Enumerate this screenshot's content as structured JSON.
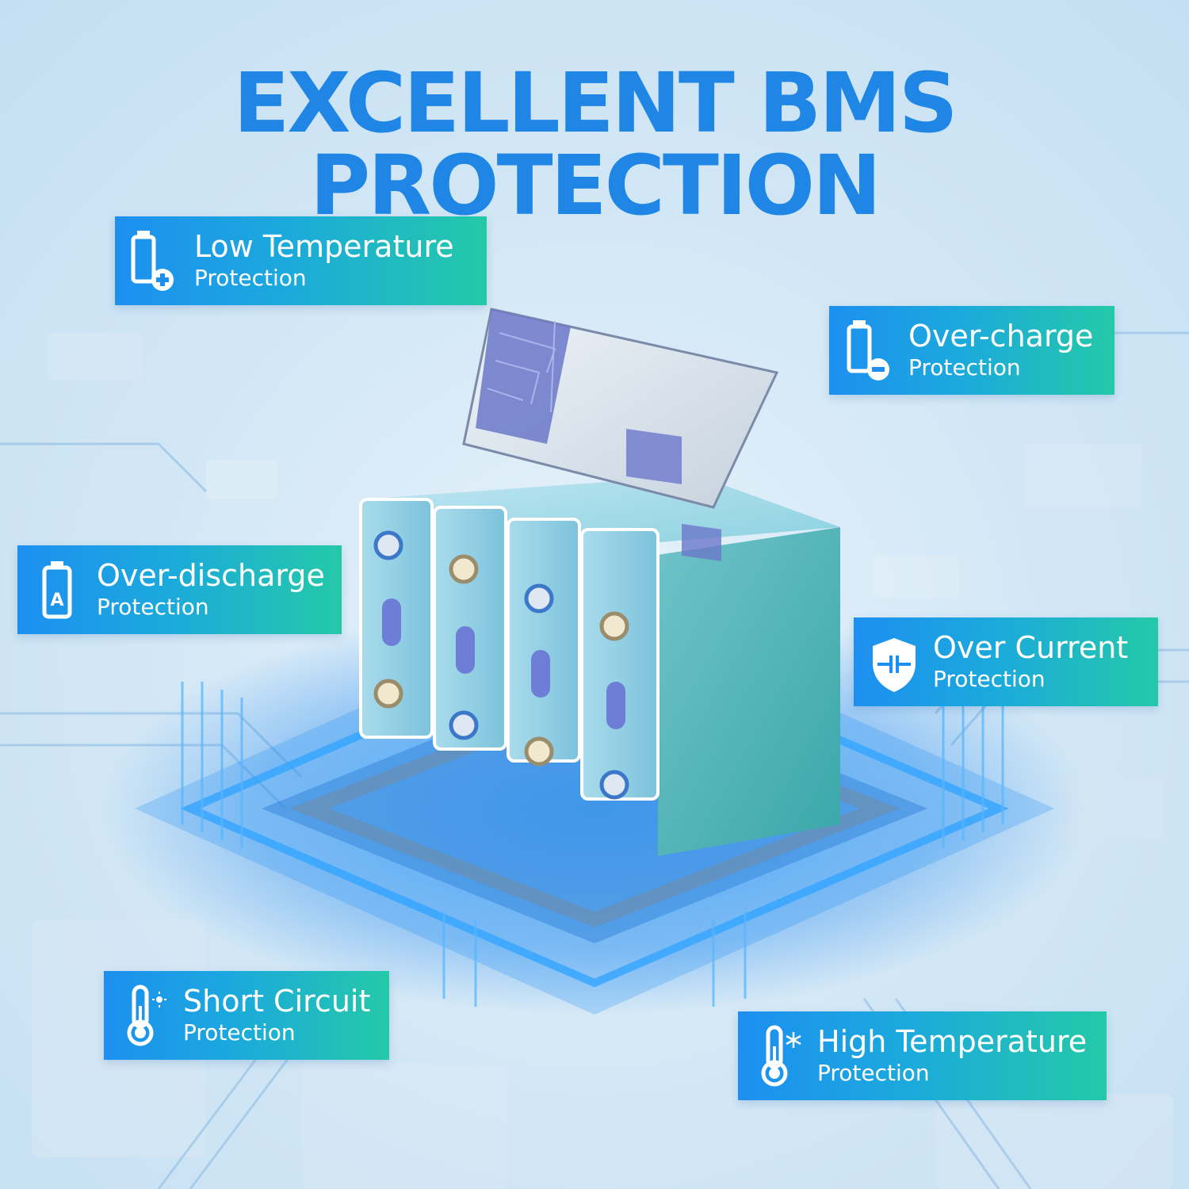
{
  "title": "EXCELLENT BMS PROTECTION",
  "colors": {
    "title": "#1f86e6",
    "badge_start": "#1d8ff0",
    "badge_end": "#24c9a8",
    "cell": "#8ecde0"
  },
  "badges": [
    {
      "main": "Low Temperature",
      "sub": "Protection",
      "icon": "battery-plus-icon"
    },
    {
      "main": "Over-charge",
      "sub": "Protection",
      "icon": "battery-minus-icon"
    },
    {
      "main": "Over-discharge",
      "sub": "Protection",
      "icon": "battery-a-icon"
    },
    {
      "main": "Over Current",
      "sub": "Protection",
      "icon": "shield-current-icon"
    },
    {
      "main": "Short Circuit",
      "sub": "Protection",
      "icon": "thermometer-sun-icon"
    },
    {
      "main": "High Temperature",
      "sub": "Protection",
      "icon": "thermometer-snow-icon"
    }
  ]
}
